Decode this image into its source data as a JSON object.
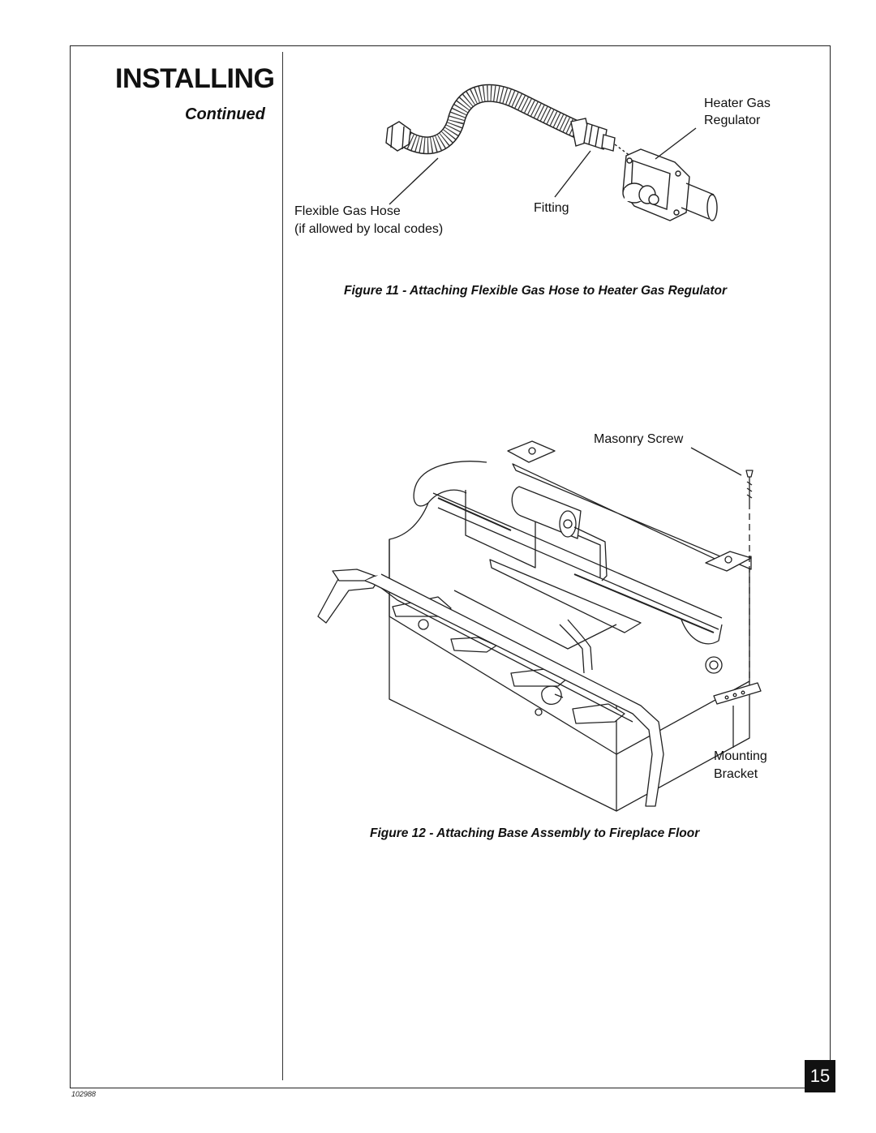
{
  "header": {
    "title": "INSTALLING",
    "subtitle": "Continued"
  },
  "figure11": {
    "labels": {
      "regulator_line1": "Heater Gas",
      "regulator_line2": "Regulator",
      "hose_line1": "Flexible Gas Hose",
      "hose_line2": "(if allowed by local codes)",
      "fitting": "Fitting"
    },
    "caption": "Figure 11 - Attaching Flexible Gas Hose to Heater Gas Regulator"
  },
  "figure12": {
    "labels": {
      "screw": "Masonry Screw",
      "bracket_line1": "Mounting",
      "bracket_line2": "Bracket"
    },
    "caption": "Figure 12 - Attaching Base Assembly to Fireplace Floor"
  },
  "footer": {
    "page_number": "15",
    "doc_code": "102988"
  }
}
